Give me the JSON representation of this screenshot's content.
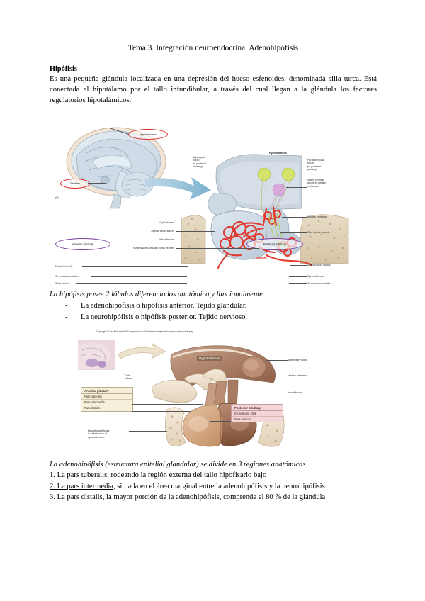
{
  "document": {
    "title": "Tema 3. Integración neuroendocrina. Adenohipófisis",
    "section_heading": "Hipófisis",
    "intro_paragraph": "Es una pequeña glándula localizada en una depresión del hueso esfenoides, denominada silla turca. Está conectada al hipotálamo por el tallo infundibular, a través del cual llegan a la glándula los factores regulatorios hipotalámicos.",
    "lobes_lead": "La hipófisis posee 2 lóbulos diferenciados anatómica y funcionalmente",
    "lobes": [
      {
        "dash": "-",
        "text": "La adenohipófisis o hipófisis anterior. Tejido glandular."
      },
      {
        "dash": "-",
        "text": "La neurohipófisis o hipófisis posterior. Tejido nervioso."
      }
    ],
    "regions_lead": "La adenohipófisis (estructura epitelial glandular) se divide en 3 regiones anatómicas",
    "regions": [
      {
        "underlined": "1. La pars tuberalis",
        "rest": ", rodeando la región externa del tallo hipofisario bajo"
      },
      {
        "underlined": "2. La pars intermedia",
        "rest": ", situada en el área marginal entre la adenohipófisis y la neurohipófisis"
      },
      {
        "underlined": "3. La pars distalis",
        "rest": ", la mayor porción de la adenohipófisis, comprende el 80 % de la glándula"
      }
    ]
  },
  "figure1": {
    "panel_label": "(b)",
    "annotation_anterior": "anterior",
    "circled_red": [
      {
        "text": "Hypothalamus"
      },
      {
        "text": "Pituitary"
      }
    ],
    "circled_purple": [
      {
        "text": "Anterior pituitary"
      },
      {
        "text": "Posterior pituitary"
      }
    ],
    "labels_left": [
      "Optic chiasm",
      "Arterial blood supply",
      "Infundibulum",
      "Hypothalamo-pituitary portal vessels",
      "Endocrine cells",
      "To venous circulation",
      "Sella turcica"
    ],
    "labels_right": [
      "Supraoptic\nnuclei\n(to posterior\npituitary)",
      "Paraventricular\nnuclei\n(to posterior\npituitary)",
      "Nuclei sending\naxons to median\neminence",
      "Median eminence",
      "Short portal vessels",
      "Arterial blood supply",
      "Sphenoid bone",
      "To venous circulation"
    ],
    "label_hypothalamus_inner": "Hypothalamus"
  },
  "figure2": {
    "copyright": "Copyright © The McGraw-Hill Companies, Inc. Permission required for reproduction or display",
    "hypothalamus_tag": "Hypothalamus",
    "labels_right": [
      "Mammillary body",
      "Median eminence",
      "Infundibulum"
    ],
    "label_optic_chiasm": "Optic\nchiasm",
    "label_fossa": "Hypophyseal fossa\nin sella turcica of\nsphenoid bone",
    "anterior_box": {
      "header": "Anterior pituitary",
      "items": [
        "Pars tuberalis",
        "Pars intermedia",
        "Pars distalis"
      ]
    },
    "posterior_box": {
      "header": "Posterior pituitary",
      "items": [
        "Infundibular stalk",
        "Pars nervosa"
      ]
    }
  },
  "colors": {
    "red_circle": "#e02020",
    "purple_circle": "#7b3fa0",
    "anterior_box_bg": "#f6efda",
    "posterior_box_bg": "#f2d6d8",
    "vessel_red": "#e03a2f",
    "bone_tan": "#ddd0b8"
  }
}
